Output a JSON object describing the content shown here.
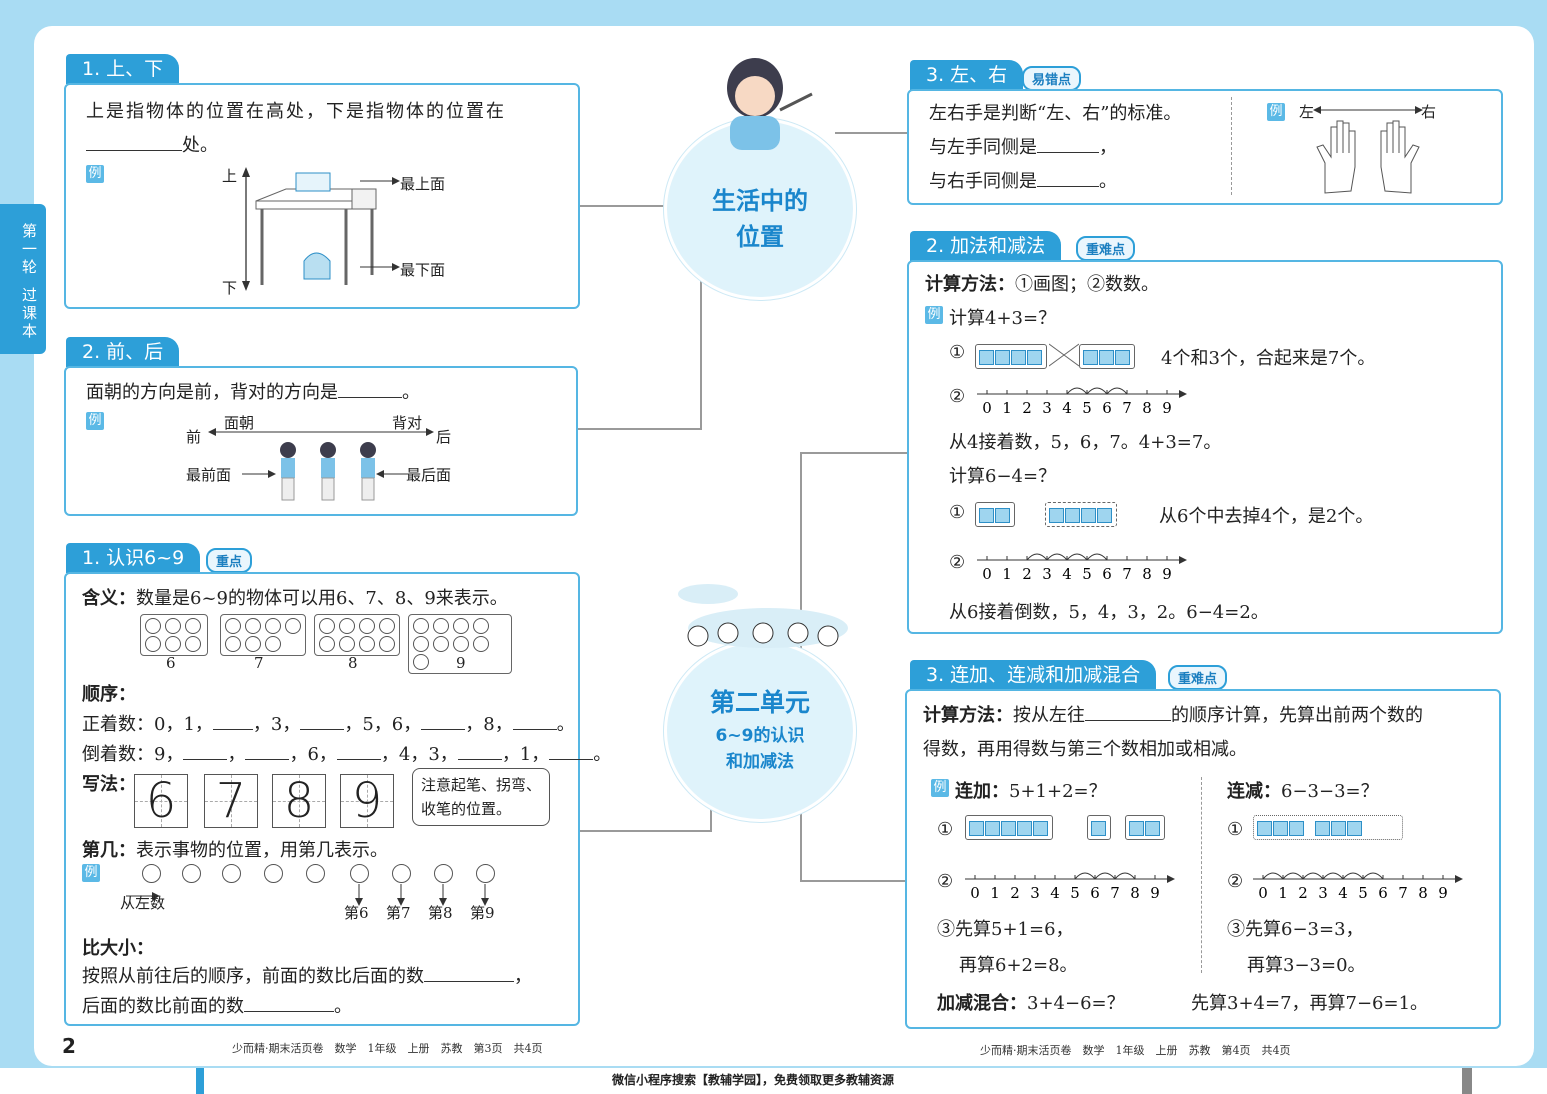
{
  "side_tab": {
    "line1": "第一轮",
    "line2": "过课本"
  },
  "center": {
    "topic1": {
      "line1": "生活中的",
      "line2": "位置"
    },
    "topic2": {
      "line1": "第二单元",
      "line2": "6~9的认识",
      "line3": "和加减法"
    }
  },
  "sec_updown": {
    "tab": "1. 上、下",
    "text1": "上是指物体的位置在高处，下是指物体的位置在",
    "text2_suffix": "处。",
    "example": "例",
    "label_up": "上",
    "label_down": "下",
    "label_top": "最上面",
    "label_bottom": "最下面"
  },
  "sec_frontback": {
    "tab": "2. 前、后",
    "text": "面朝的方向是前，背对的方向是",
    "text_end": "。",
    "example": "例",
    "label_front": "前",
    "label_back": "后",
    "label_facing": "面朝",
    "label_backing": "背对",
    "label_frontmost": "最前面",
    "label_backmost": "最后面"
  },
  "sec_69": {
    "tab": "1. 认识6~9",
    "badge": "重点",
    "meaning_label": "含义：",
    "meaning_text": "数量是6~9的物体可以用6、7、8、9来表示。",
    "numbers": [
      "6",
      "7",
      "8",
      "9"
    ],
    "order_label": "顺序：",
    "forward": "正着数：0，1，",
    "forward_parts": [
      "，3，",
      "，5，6，",
      "，8，",
      "。"
    ],
    "backward": "倒着数：9，",
    "backward_parts": [
      "，",
      "，6，",
      "，4，3，",
      "，1，",
      "。"
    ],
    "write_label": "写法：",
    "write_digits": [
      "6",
      "7",
      "8",
      "9"
    ],
    "write_note_l1": "注意起笔、拐弯、",
    "write_note_l2": "收笔的位置。",
    "ordinal_label": "第几：",
    "ordinal_text": "表示事物的位置，用第几表示。",
    "example": "例",
    "from_left": "从左数",
    "ordinals": [
      "第6",
      "第7",
      "第8",
      "第9"
    ],
    "compare_label": "比大小：",
    "compare_l1": "按照从前往后的顺序，前面的数比后面的数",
    "compare_l1_end": "，",
    "compare_l2": "后面的数比前面的数",
    "compare_l2_end": "。"
  },
  "sec_leftright": {
    "tab": "3. 左、右",
    "badge": "易错点",
    "l1": "左右手是判断“左、右”的标准。",
    "l2": "与左手同侧是",
    "l2_end": "，",
    "l3": "与右手同侧是",
    "l3_end": "。",
    "example": "例",
    "left": "左",
    "right": "右"
  },
  "sec_addsub": {
    "tab": "2. 加法和减法",
    "badge": "重难点",
    "method_label": "计算方法：",
    "method_text": "①画图；②数数。",
    "example": "例",
    "calc1": "计算4+3=？",
    "m1": "①",
    "m1_text": "4个和3个，合起来是7个。",
    "m2": "②",
    "nums": [
      "0",
      "1",
      "2",
      "3",
      "4",
      "5",
      "6",
      "7",
      "8",
      "9"
    ],
    "count1": "从4接着数，5，6，7。4+3=7。",
    "calc2": "计算6−4=？",
    "m1b_text": "从6个中去掉4个，是2个。",
    "count2": "从6接着倒数，5，4，3，2。6−4=2。"
  },
  "sec_mixed": {
    "tab": "3. 连加、连减和加减混合",
    "badge": "重难点",
    "method_label": "计算方法：",
    "method_text1": "按从左往",
    "method_text1_end": "的顺序计算，先算出前两个数的",
    "method_text2": "得数，再用得数与第三个数相加或相减。",
    "example": "例",
    "add_label": "连加：",
    "add_expr": "5+1+2=？",
    "sub_label": "连减：",
    "sub_expr": "6−3−3=？",
    "m1": "①",
    "m2": "②",
    "add_s1": "③先算5+1=6，",
    "add_s2": "再算6+2=8。",
    "sub_s1": "③先算6−3=3，",
    "sub_s2": "再算3−3=0。",
    "mix_label": "加减混合：",
    "mix_expr": "3+4−6=？",
    "mix_solution": "先算3+4=7，再算7−6=1。"
  },
  "footer": {
    "page_num": "2",
    "left": "少而精·期末活页卷　数学　1年级　上册　苏教　第3页　共4页",
    "right": "少而精·期末活页卷　数学　1年级　上册　苏教　第4页　共4页",
    "bottom": "微信小程序搜索【教辅学园】，免费领取更多教辅资源"
  },
  "colors": {
    "accent": "#2d9fd8",
    "border": "#55b6e3",
    "bg": "#a9dcf3"
  }
}
